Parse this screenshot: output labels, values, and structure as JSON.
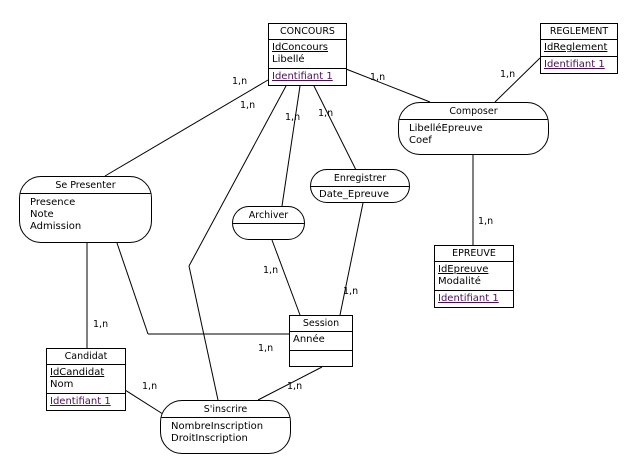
{
  "entities": {
    "concours": {
      "title": "CONCOURS",
      "attrs": [
        "IdConcours",
        "Libellé"
      ],
      "ids": [
        "Identifiant 1"
      ]
    },
    "reglement": {
      "title": "REGLEMENT",
      "attrs": [
        "IdReglement"
      ],
      "ids": [
        "Identifiant 1"
      ]
    },
    "epreuve": {
      "title": "EPREUVE",
      "attrs": [
        "IdEpreuve",
        "Modalité"
      ],
      "ids": [
        "Identifiant 1"
      ]
    },
    "session": {
      "title": "Session",
      "attrs": [
        "Année"
      ],
      "ids": []
    },
    "candidat": {
      "title": "Candidat",
      "attrs": [
        "IdCandidat",
        "Nom"
      ],
      "ids": [
        "Identifiant 1"
      ]
    }
  },
  "relations": {
    "composer": {
      "title": "Composer",
      "attrs": [
        "LibelléEpreuve",
        "Coef"
      ]
    },
    "se_presenter": {
      "title": "Se Presenter",
      "attrs": [
        "Presence",
        "Note",
        "Admission"
      ]
    },
    "enregistrer": {
      "title": "Enregistrer",
      "attrs": [
        "Date_Epreuve"
      ]
    },
    "archiver": {
      "title": "Archiver",
      "attrs": []
    },
    "sinscrire": {
      "title": "S'inscrire",
      "attrs": [
        "NombreInscription",
        "DroitInscription"
      ]
    }
  },
  "cardinalities": {
    "concours_sepresenter": "1,n",
    "concours_sinscrire": "1,n",
    "concours_archiver": "1,n",
    "concours_enregistrer": "1,n",
    "concours_composer": "1,n",
    "reglement_composer": "1,n",
    "epreuve_composer": "1,n",
    "session_archiver": "1,n",
    "session_enregistrer": "1,n",
    "session_sepresenter": "1,n",
    "session_sinscrire": "1,n",
    "candidat_sepresenter": "1,n",
    "candidat_sinscrire": "1,n"
  }
}
